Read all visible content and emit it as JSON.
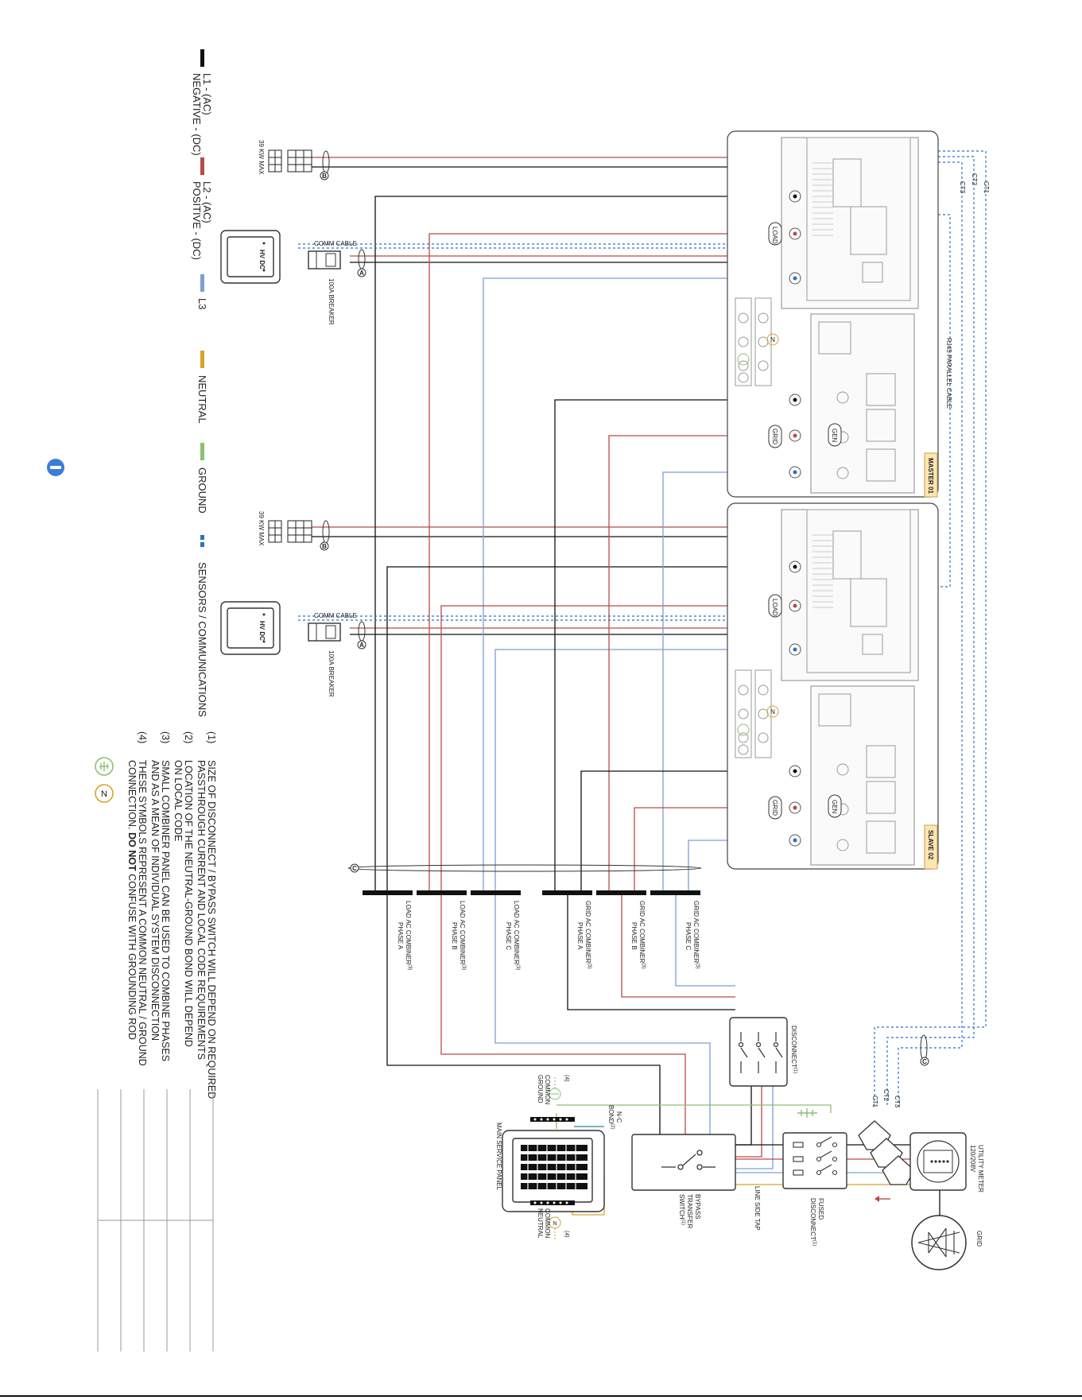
{
  "legend": {
    "items": [
      {
        "label": "L1 - (AC)\nNEGATIVE - (DC)",
        "line1": "L1 - (AC)",
        "line2": "NEGATIVE - (DC)",
        "color": "#111111"
      },
      {
        "label": "L2 - (AC)\nPOSITIVE - (DC)",
        "line1": "L2 - (AC)",
        "line2": "POSITIVE - (DC)",
        "color": "#b94a48"
      },
      {
        "label": "L3",
        "line1": "L3",
        "line2": "",
        "color": "#7d9fd2"
      },
      {
        "label": "NEUTRAL",
        "line1": "NEUTRAL",
        "line2": "",
        "color": "#d7a22a"
      },
      {
        "label": "GROUND",
        "line1": "GROUND",
        "line2": "",
        "color": "#8cbf73"
      },
      {
        "label": "SENSORS / COMMUNICATIONS",
        "line1": "SENSORS / COMMUNICATIONS",
        "line2": "",
        "color": "#2b72c2"
      }
    ]
  },
  "notes": [
    {
      "num": "(1)",
      "text": "SIZE OF DISCONNECT / BYPASS SWITCH WILL DEPEND ON REQUIRED",
      "text2": "PASSTHROUGH CURRENT AND LOCAL CODE REQUIREMENTS"
    },
    {
      "num": "(2)",
      "text": "LOCATION OF THE NEUTRAL-GROUND BOND WILL DEPEND",
      "text2": "ON LOCAL CODE"
    },
    {
      "num": "(3)",
      "text": "SMALL COMBINER PANEL CAN BE USED TO COMBINE PHASES",
      "text2": "AND AS A MEAN OF INDIVIDUAL SYSTEM DISCONNECTION"
    },
    {
      "num": "(4)",
      "text": "THESE SYMBOLS REPRESENT A COMMON NEUTRAL / GROUND",
      "text2_pre": "CONNECTION. ",
      "text2_bold": "DO NOT",
      "text2_post": " CONFUSE WITH GROUNDING ROD"
    }
  ],
  "note_symbols": {
    "ground": "⏚",
    "neutral": "N"
  },
  "pv": [
    {
      "label": "39 KW MAX"
    },
    {
      "label": "39 KW MAX"
    }
  ],
  "battery": [
    {
      "label": "HV DC",
      "comm": "COMM CABLE",
      "breaker": "100A BREAKER"
    },
    {
      "label": "HV DC",
      "comm": "COMM CABLE",
      "breaker": "100A BREAKER"
    }
  ],
  "inverters": [
    {
      "label": "MASTER 01",
      "load": "LOAD",
      "grid": "GRID",
      "gen": "GEN",
      "neutral": "N"
    },
    {
      "label": "SLAVE 02",
      "load": "LOAD",
      "grid": "GRID",
      "gen": "GEN",
      "neutral": "N"
    }
  ],
  "comm": {
    "rj45": "RJ45 PARALLEL CABLE",
    "ct_top": [
      "CT1",
      "CT2",
      "CT3"
    ],
    "ct_bottom": [
      "CT3",
      "CT2",
      "CT1"
    ]
  },
  "markers": {
    "a": "A",
    "b": "B",
    "c": "C"
  },
  "combiners": [
    {
      "line1": "LOAD AC COMBINER",
      "sup": "(3)",
      "line2": "PHASE A"
    },
    {
      "line1": "LOAD AC COMBINER",
      "sup": "(3)",
      "line2": "PHASE B"
    },
    {
      "line1": "LOAD AC COMBINER",
      "sup": "(3)",
      "line2": "PHASE C"
    },
    {
      "line1": "GRID AC COMBINER",
      "sup": "(3)",
      "line2": "PHASE A"
    },
    {
      "line1": "GRID AC COMBINER",
      "sup": "(3)",
      "line2": "PHASE B"
    },
    {
      "line1": "GRID AC COMBINER",
      "sup": "(3)",
      "line2": "PHASE C"
    }
  ],
  "equipment": {
    "disconnect": "DISCONNECT",
    "disconnect_sup": "(1)",
    "bypass_line1": "BYPASS",
    "bypass_line2": "TRANSFER",
    "bypass_line3": "SWITCH",
    "bypass_sup": "(1)",
    "fused_line1": "FUSED",
    "fused_line2": "DISCONNECT",
    "fused_sup": "(1)",
    "line_side_tap": "LINE SIDE TAP",
    "meter_line1": "UTILITY METER",
    "meter_line2": "120/208V",
    "grid": "GRID",
    "main_panel": "MAIN SERVICE PANEL",
    "nc_bond_line1": "N-C",
    "nc_bond_line2": "BOND",
    "nc_bond_sup": "(2)",
    "common_ground_line1": "COMMON",
    "common_ground_line2": "GROUND",
    "common_neutral_line1": "COMMON",
    "common_neutral_line2": "NEUTRAL",
    "common_sup": "(4)"
  },
  "colors": {
    "black": "#111111",
    "red": "#b94a48",
    "blue": "#7d9fd2",
    "neutral": "#d7a22a",
    "ground": "#8cbf73",
    "comm": "#2b72c2",
    "info": "#3b7ddd"
  }
}
